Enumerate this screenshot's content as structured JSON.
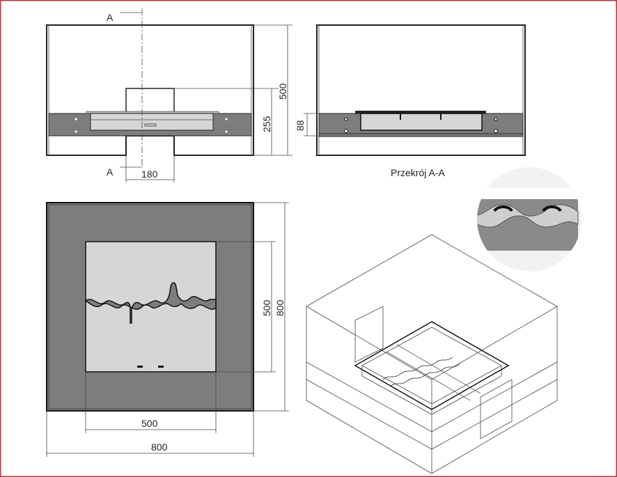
{
  "labels": {
    "section_mark_top": "A",
    "section_mark_bottom": "A",
    "section_title": "Przekrój A-A"
  },
  "dimensions": {
    "front_height": "500",
    "front_opening_height": "255",
    "burner_height": "88",
    "opening_width": "180",
    "plan_inner_width": "500",
    "plan_outer_width": "800",
    "plan_inner_depth": "500",
    "plan_outer_depth": "800"
  },
  "colors": {
    "frame": "#b03a48",
    "panel_dark": "#7d7d7d",
    "panel_light": "#d6d6d6"
  }
}
